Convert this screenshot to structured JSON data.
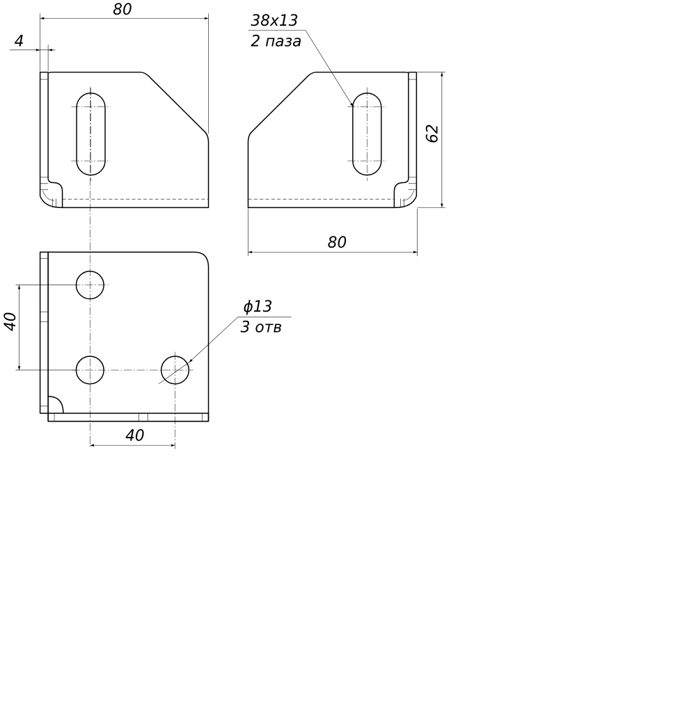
{
  "drawing": {
    "dimensions": {
      "top_width": "80",
      "thickness": "4",
      "slot_note_size": "38x13",
      "slot_note_count": "2 паза",
      "height": "62",
      "side_width": "80",
      "hole_spacing_vertical": "40",
      "hole_note_size": "ϕ13",
      "hole_note_count": "3 отв",
      "hole_spacing_horizontal": "40"
    }
  }
}
